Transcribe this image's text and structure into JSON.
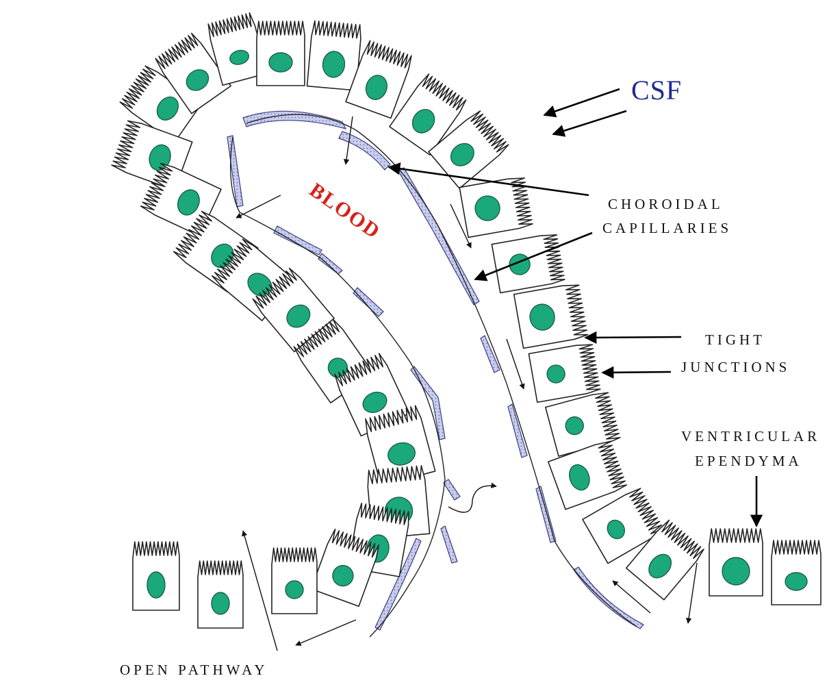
{
  "labels": {
    "csf": "CSF",
    "blood": "BLOOD",
    "choroidal_line1": "CHOROIDAL",
    "choroidal_line2": "CAPILLARIES",
    "tight_line1": "TIGHT",
    "tight_line2": "JUNCTIONS",
    "ventricular_line1": "VENTRICULAR",
    "ventricular_line2": "EPENDYMA",
    "open_pathway": "OPEN PATHWAY"
  },
  "colors": {
    "nucleus": "#1aa87c",
    "capillary": "#c9cdee",
    "csf_text": "#1d2a8c",
    "blood_text": "#d8201a"
  }
}
